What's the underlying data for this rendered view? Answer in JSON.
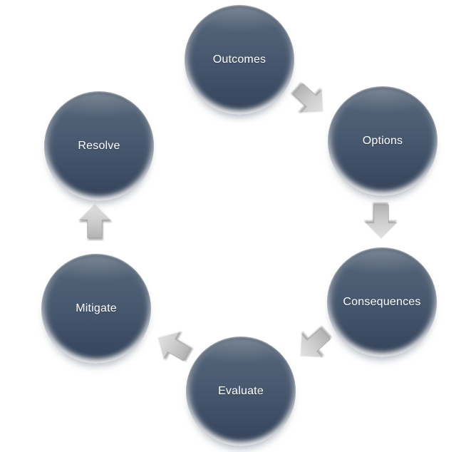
{
  "diagram": {
    "type": "cycle",
    "nodes": [
      {
        "id": "outcomes",
        "label": "Outcomes"
      },
      {
        "id": "options",
        "label": "Options"
      },
      {
        "id": "consequences",
        "label": "Consequences"
      },
      {
        "id": "evaluate",
        "label": "Evaluate"
      },
      {
        "id": "mitigate",
        "label": "Mitigate"
      },
      {
        "id": "resolve",
        "label": "Resolve"
      }
    ],
    "arrows": [
      {
        "from": "Outcomes",
        "to": "Options",
        "direction": "down-right"
      },
      {
        "from": "Options",
        "to": "Consequences",
        "direction": "down"
      },
      {
        "from": "Consequences",
        "to": "Evaluate",
        "direction": "down-left"
      },
      {
        "from": "Evaluate",
        "to": "Mitigate",
        "direction": "up-left"
      },
      {
        "from": "Mitigate",
        "to": "Resolve",
        "direction": "up"
      }
    ],
    "colors": {
      "node_fill_top": "#566679",
      "node_fill_bottom": "#35435a",
      "node_text": "#ffffff",
      "arrow_fill_light": "#dedede",
      "arrow_fill_dark": "#b7b7b7",
      "background": "#ffffff"
    }
  }
}
